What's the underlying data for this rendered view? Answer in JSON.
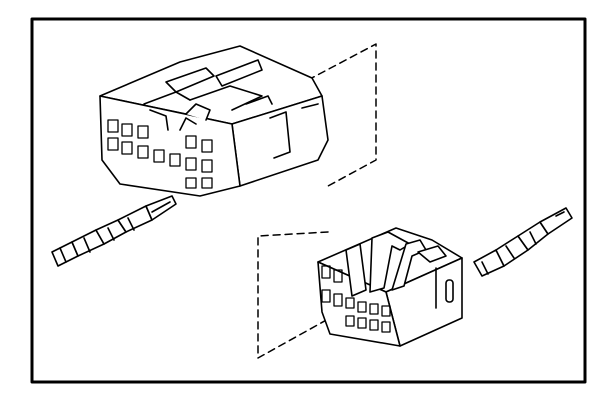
{
  "figure": {
    "kind": "exploded connector illustration",
    "components": [
      "male-connector-housing",
      "male-terminal-pin",
      "female-connector-housing",
      "female-terminal"
    ],
    "colors": {
      "line": "#000000",
      "fill": "#ffffff"
    }
  }
}
